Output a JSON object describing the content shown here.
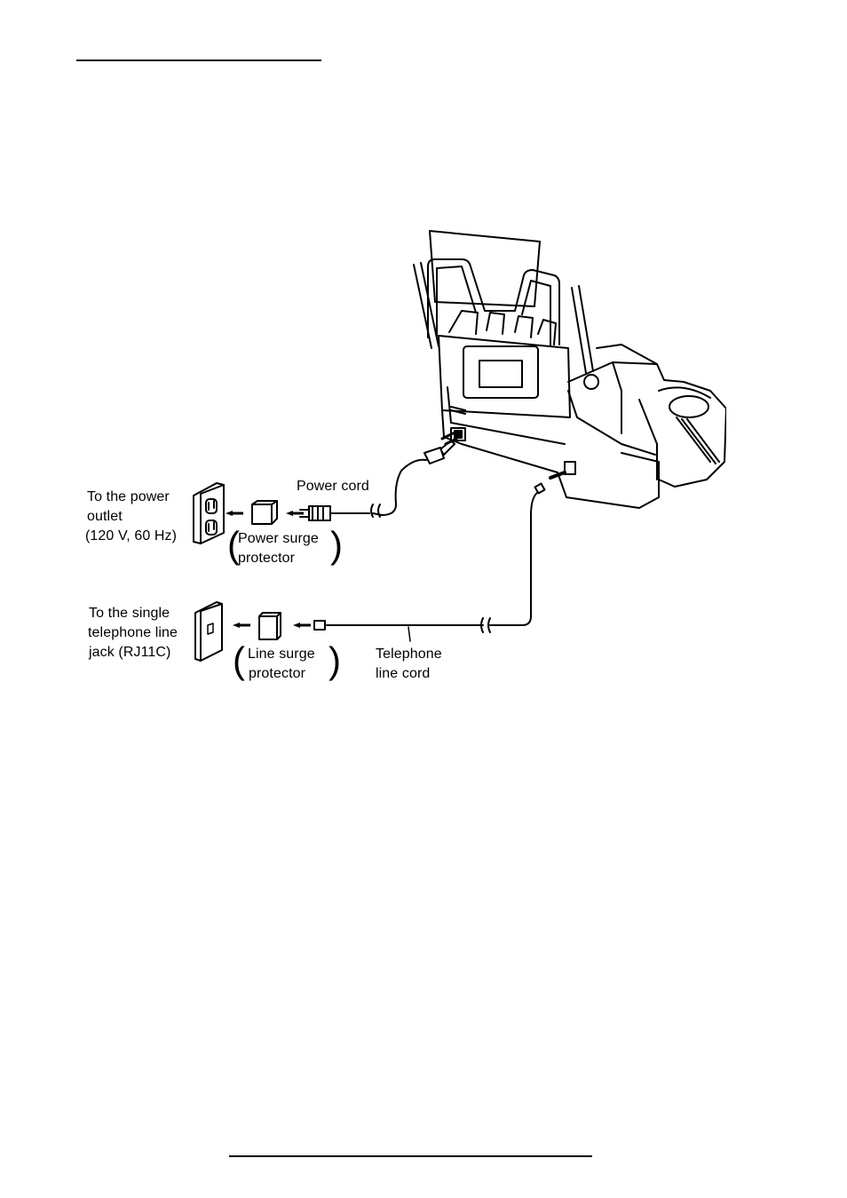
{
  "labels": {
    "power_outlet": [
      "To the power",
      "outlet",
      "(120 V, 60 Hz)"
    ],
    "power_cord": "Power cord",
    "power_surge_protector": [
      "Power surge",
      "protector"
    ],
    "telephone_jack": [
      "To the single",
      "telephone line",
      "jack (RJ11C)"
    ],
    "line_surge_protector": [
      "Line surge",
      "protector"
    ],
    "telephone_line_cord": [
      "Telephone",
      "line cord"
    ]
  },
  "icons": {
    "outlet": "power-outlet-icon",
    "phone_jack": "phone-jack-icon",
    "surge_protector": "surge-protector-icon",
    "plug": "power-plug-icon",
    "fax_machine": "fax-machine-illustration"
  },
  "colors": {
    "ink": "#000000",
    "background": "#ffffff"
  }
}
